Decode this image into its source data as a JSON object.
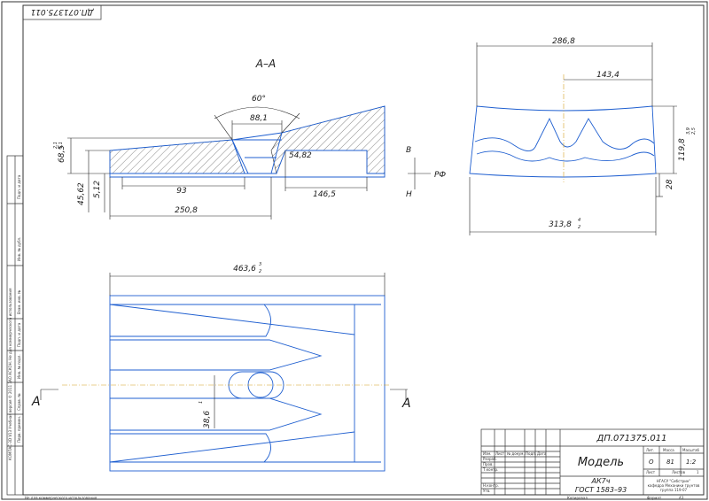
{
  "drawing": {
    "designation": "ДП.071375.011",
    "designation_mirrored": "ДП.071375.011",
    "section_label": "А–А",
    "cut_mark": "А",
    "view_b": "В",
    "view_n": "Н",
    "view_rf": "РФ"
  },
  "dimensions": {
    "section": {
      "angle": "60°",
      "d88": "88,1",
      "d68": "68,5",
      "d68_tol_up": "2,1",
      "d68_tol_dn": "1,1",
      "d54": "54,82",
      "d45": "45,62",
      "d5": "5,12",
      "d93": "93",
      "d146": "146,5",
      "d250": "250,8"
    },
    "front": {
      "d286": "286,8",
      "d143": "143,4",
      "d119": "119,8",
      "d119_tol_up": "3,9",
      "d119_tol_dn": "2,5",
      "d28": "28",
      "d313": "313,8",
      "d313_tol_up": "4",
      "d313_tol_dn": "2"
    },
    "plan": {
      "d463": "463,6",
      "d463_tol_up": "3",
      "d463_tol_dn": "2",
      "d38": "38,6",
      "d38_tol": "1"
    }
  },
  "title_block": {
    "designation": "ДП.071375.011",
    "name": "Модель",
    "material_1": "АК7ч",
    "material_2": "ГОСТ 1583–93",
    "col_lit": "Лит.",
    "col_mass": "Масса",
    "col_scale": "Масштаб",
    "lit_value": "О",
    "mass_value": "81",
    "scale_value": "1:2",
    "sheet_label": "Лист",
    "sheets_label": "Листов",
    "sheets_value": "1",
    "org_1": "НГАСУ \"Сибстрин\"",
    "org_2": "кафедра Механики грунтов",
    "org_3": "группа 119-07",
    "row_change": "Изм.",
    "row_sheet": "Лист",
    "row_doc": "№ докум.",
    "row_sign": "Подп.",
    "row_date": "Дата",
    "row_dev": "Разраб.",
    "row_check": "Пров.",
    "row_tcontr": "Т.контр.",
    "row_ncontr": "Н.контр.",
    "row_appr": "Утв.",
    "copied": "Копировал",
    "format": "Формат",
    "format_value": "А3"
  },
  "side_stamp": {
    "text": "КОМПАС-3D V13 Учебная версия © 2011 ЗАО АСКОН. Не для коммерческого использования",
    "boxes": [
      "Подп. и дата",
      "Инв. № дубл.",
      "Взам. инв. №",
      "Подп. и дата",
      "Инв. № подл.",
      "Справ. №",
      "Перв. примен."
    ]
  },
  "footer_note": "Не для коммерческого использования"
}
